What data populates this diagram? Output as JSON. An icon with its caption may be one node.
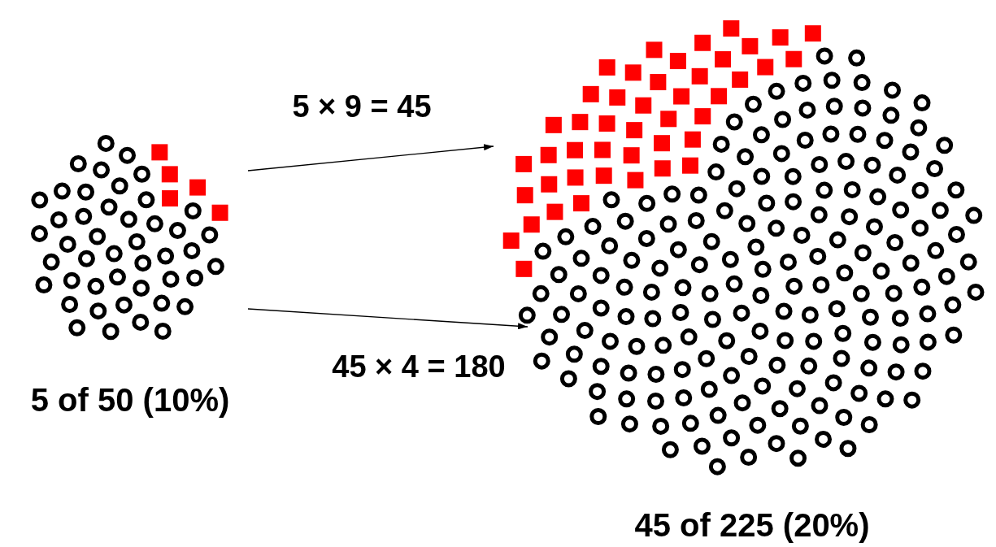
{
  "diagram": {
    "nodes": [
      {
        "text": [],
        "shape": "cluster",
        "beside": [
          "5 of 50 (10%)"
        ]
      },
      {
        "text": [],
        "shape": "cluster",
        "beside": [
          "45 of 225 (20%)"
        ]
      }
    ],
    "edges": [
      {
        "from": 0,
        "to": 1,
        "arrow": "to",
        "label": "5 × 9 = 45"
      },
      {
        "from": 0,
        "to": 1,
        "arrow": "to",
        "label": "45 × 4 = 180"
      }
    ]
  }
}
